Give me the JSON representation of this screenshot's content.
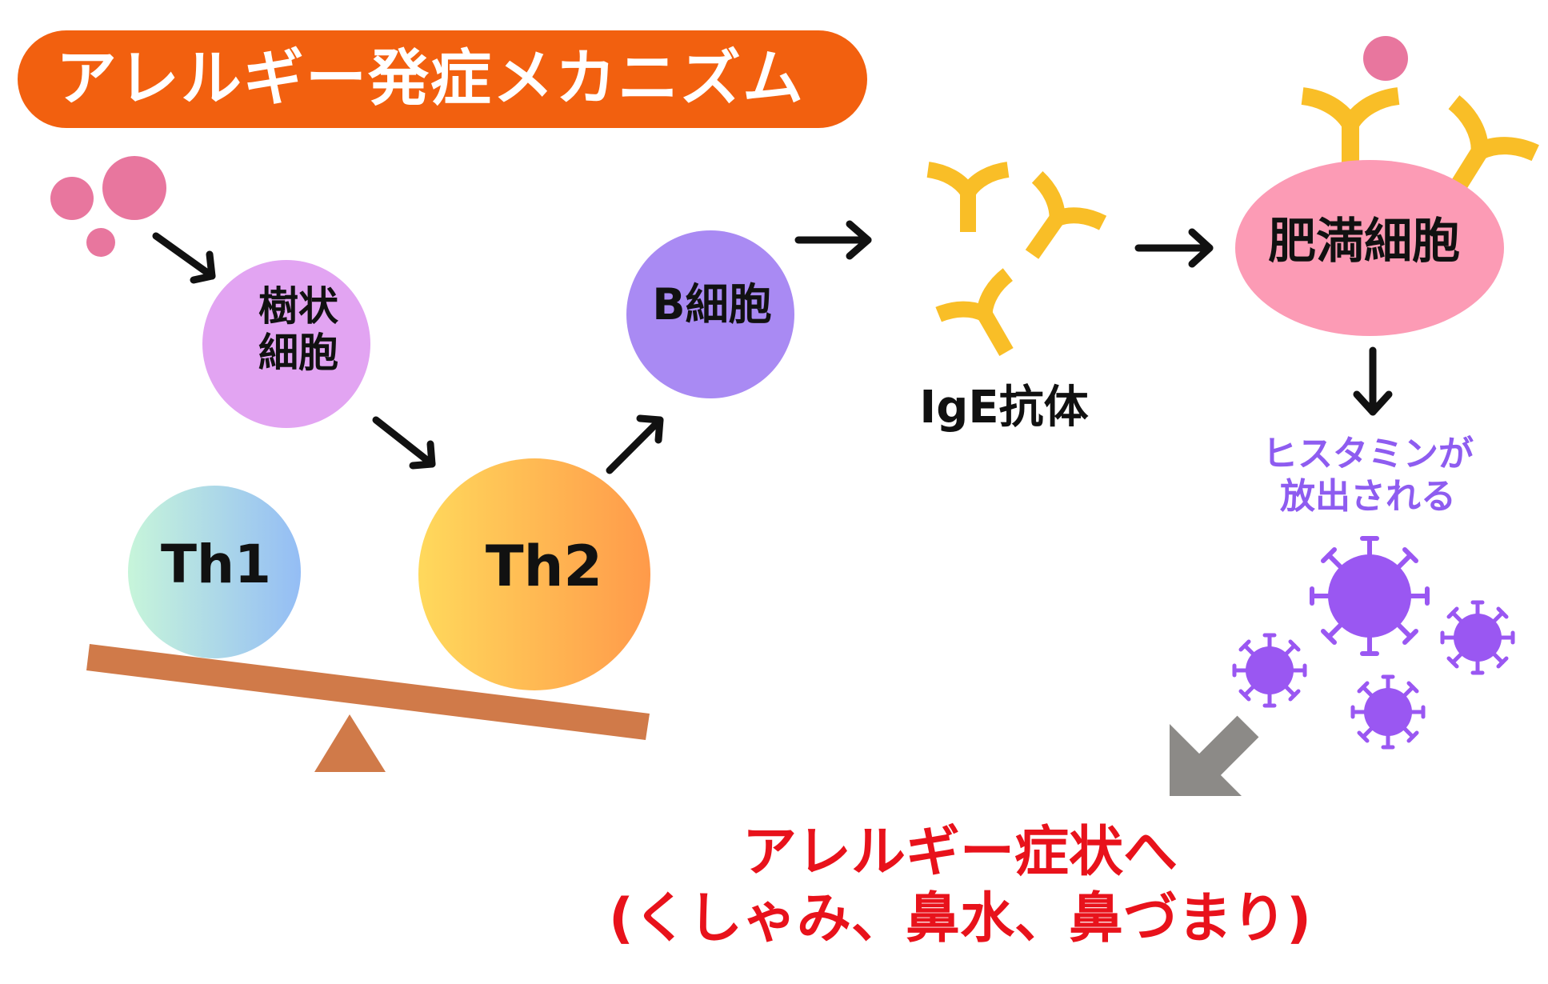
{
  "title": "アレルギー発症メカニズム",
  "cells": {
    "dendritic_line1": "樹状",
    "dendritic_line2": "細胞",
    "b_cell": "B細胞",
    "th1": "Th1",
    "th2": "Th2",
    "mast_cell": "肥満細胞"
  },
  "antibody_label": "IgE抗体",
  "histamine": {
    "line1": "ヒスタミンが",
    "line2": "放出される"
  },
  "result": {
    "line1": "アレルギー症状へ",
    "line2": "(くしゃみ、鼻水、鼻づまり)"
  },
  "colors": {
    "title_bg": "#F2600F",
    "allergen": "#E8769E",
    "dendritic": "#E2A4F2",
    "b_cell": "#A98AF3",
    "th1_start": "#C7F5DA",
    "th1_end": "#94BDF5",
    "th2_start": "#FFD95C",
    "th2_end": "#FF9A4A",
    "antibody": "#F9BE27",
    "mast_cell": "#FC9BB5",
    "histamine": "#8E5CF0",
    "virus": "#9A57F2",
    "seesaw": "#D07A49",
    "result_arrow": "#8C8A87",
    "result_text": "#E8121B"
  }
}
